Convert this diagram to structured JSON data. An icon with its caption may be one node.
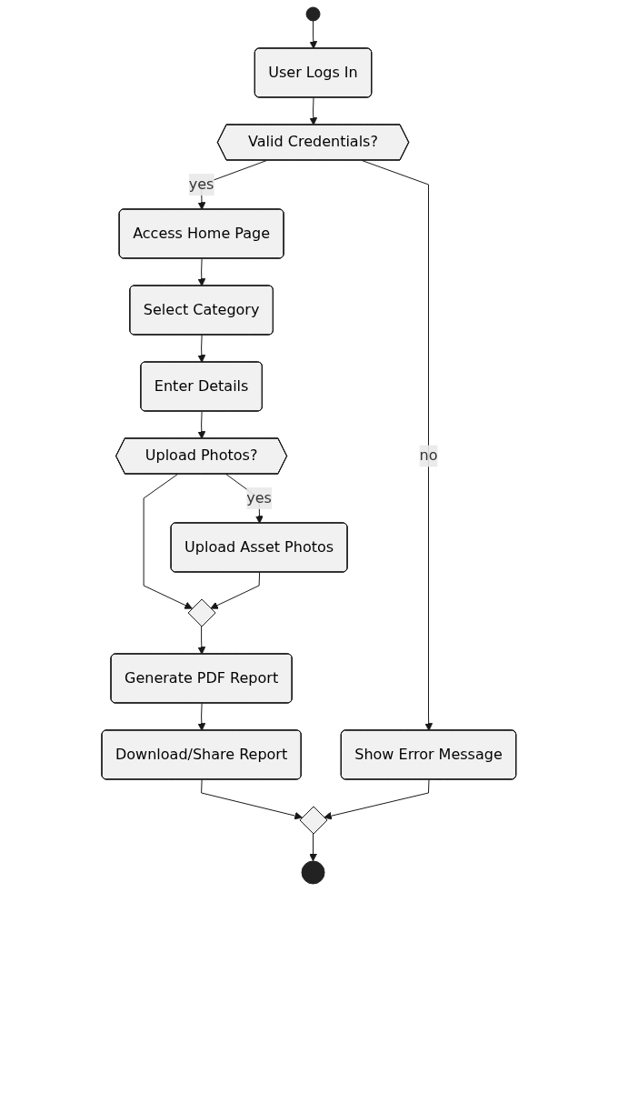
{
  "diagram": {
    "nodes": [
      {
        "text": [],
        "shape": "circle"
      },
      {
        "text": [
          "User Logs In"
        ]
      },
      {
        "text": [
          "Valid Credentials?"
        ]
      },
      {
        "text": [
          "Access Home Page"
        ]
      },
      {
        "text": [
          "Show Error Message"
        ]
      },
      {
        "text": [
          "Select Category"
        ]
      },
      {
        "text": [
          "Enter Details"
        ]
      },
      {
        "text": [
          "Upload Photos?"
        ]
      },
      {
        "text": [
          "Upload Asset Photos"
        ]
      },
      {
        "text": [],
        "shape": "diamond"
      },
      {
        "text": [
          "Generate PDF Report"
        ]
      },
      {
        "text": [
          "Download/Share Report"
        ]
      },
      {
        "text": [],
        "shape": "diamond"
      },
      {
        "text": [],
        "shape": "circle"
      }
    ],
    "edges": [
      {
        "from": 0,
        "to": 1,
        "arrow": "to"
      },
      {
        "from": 1,
        "to": 2,
        "arrow": "to"
      },
      {
        "from": 2,
        "to": 3,
        "label": "yes",
        "arrow": "to"
      },
      {
        "from": 2,
        "to": 4,
        "label": "no",
        "arrow": "to"
      },
      {
        "from": 3,
        "to": 5,
        "arrow": "to"
      },
      {
        "from": 5,
        "to": 6,
        "arrow": "to"
      },
      {
        "from": 6,
        "to": 7,
        "arrow": "to"
      },
      {
        "from": 7,
        "to": 8,
        "label": "yes",
        "arrow": "to"
      },
      {
        "from": 7,
        "to": 9,
        "arrow": "to"
      },
      {
        "from": 8,
        "to": 9,
        "arrow": "to"
      },
      {
        "from": 9,
        "to": 10,
        "arrow": "to"
      },
      {
        "from": 10,
        "to": 11,
        "arrow": "to"
      },
      {
        "from": 11,
        "to": 12,
        "arrow": "to"
      },
      {
        "from": 4,
        "to": 12,
        "arrow": "to"
      },
      {
        "from": 12,
        "to": 13,
        "arrow": "to"
      }
    ]
  }
}
